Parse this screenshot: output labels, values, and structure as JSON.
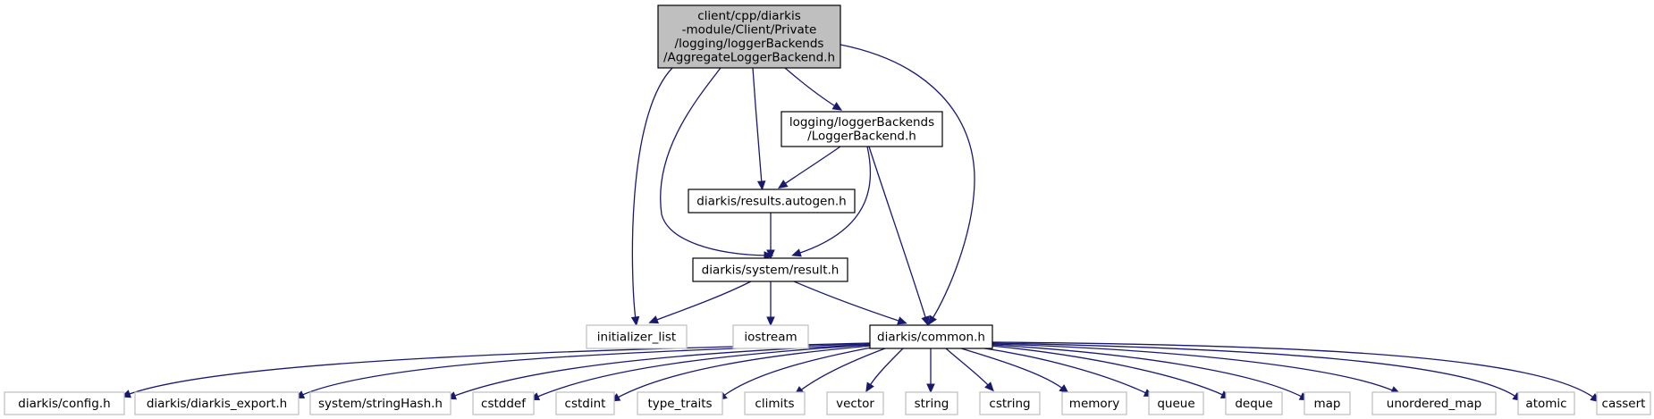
{
  "graph": {
    "nodes": [
      {
        "id": "root",
        "lines": [
          "client/cpp/diarkis",
          "-module/Client/Private",
          "/logging/loggerBackends",
          "/AggregateLoggerBackend.h"
        ],
        "style": "root"
      },
      {
        "id": "loggerbackend",
        "lines": [
          "logging/loggerBackends",
          "/LoggerBackend.h"
        ],
        "style": "doc"
      },
      {
        "id": "results",
        "lines": [
          "diarkis/results.autogen.h"
        ],
        "style": "doc"
      },
      {
        "id": "result",
        "lines": [
          "diarkis/system/result.h"
        ],
        "style": "doc"
      },
      {
        "id": "common",
        "lines": [
          "diarkis/common.h"
        ],
        "style": "doc"
      },
      {
        "id": "initializer_list",
        "lines": [
          "initializer_list"
        ],
        "style": "ext"
      },
      {
        "id": "iostream",
        "lines": [
          "iostream"
        ],
        "style": "ext"
      },
      {
        "id": "config",
        "lines": [
          "diarkis/config.h"
        ],
        "style": "ext"
      },
      {
        "id": "export",
        "lines": [
          "diarkis/diarkis_export.h"
        ],
        "style": "ext"
      },
      {
        "id": "stringhash",
        "lines": [
          "system/stringHash.h"
        ],
        "style": "ext"
      },
      {
        "id": "cstddef",
        "lines": [
          "cstddef"
        ],
        "style": "ext"
      },
      {
        "id": "cstdint",
        "lines": [
          "cstdint"
        ],
        "style": "ext"
      },
      {
        "id": "type_traits",
        "lines": [
          "type_traits"
        ],
        "style": "ext"
      },
      {
        "id": "climits",
        "lines": [
          "climits"
        ],
        "style": "ext"
      },
      {
        "id": "vector",
        "lines": [
          "vector"
        ],
        "style": "ext"
      },
      {
        "id": "string",
        "lines": [
          "string"
        ],
        "style": "ext"
      },
      {
        "id": "cstring",
        "lines": [
          "cstring"
        ],
        "style": "ext"
      },
      {
        "id": "memory",
        "lines": [
          "memory"
        ],
        "style": "ext"
      },
      {
        "id": "queue",
        "lines": [
          "queue"
        ],
        "style": "ext"
      },
      {
        "id": "deque",
        "lines": [
          "deque"
        ],
        "style": "ext"
      },
      {
        "id": "map",
        "lines": [
          "map"
        ],
        "style": "ext"
      },
      {
        "id": "unordered_map",
        "lines": [
          "unordered_map"
        ],
        "style": "ext"
      },
      {
        "id": "atomic",
        "lines": [
          "atomic"
        ],
        "style": "ext"
      },
      {
        "id": "cassert",
        "lines": [
          "cassert"
        ],
        "style": "ext"
      }
    ],
    "edges": [
      [
        "root",
        "initializer_list"
      ],
      [
        "root",
        "result"
      ],
      [
        "root",
        "results"
      ],
      [
        "root",
        "loggerbackend"
      ],
      [
        "root",
        "common"
      ],
      [
        "loggerbackend",
        "results"
      ],
      [
        "loggerbackend",
        "result"
      ],
      [
        "loggerbackend",
        "common"
      ],
      [
        "results",
        "result"
      ],
      [
        "result",
        "initializer_list"
      ],
      [
        "result",
        "iostream"
      ],
      [
        "result",
        "common"
      ],
      [
        "common",
        "config"
      ],
      [
        "common",
        "export"
      ],
      [
        "common",
        "stringhash"
      ],
      [
        "common",
        "cstddef"
      ],
      [
        "common",
        "cstdint"
      ],
      [
        "common",
        "type_traits"
      ],
      [
        "common",
        "climits"
      ],
      [
        "common",
        "vector"
      ],
      [
        "common",
        "string"
      ],
      [
        "common",
        "cstring"
      ],
      [
        "common",
        "memory"
      ],
      [
        "common",
        "queue"
      ],
      [
        "common",
        "deque"
      ],
      [
        "common",
        "map"
      ],
      [
        "common",
        "unordered_map"
      ],
      [
        "common",
        "atomic"
      ],
      [
        "common",
        "cassert"
      ]
    ],
    "colors": {
      "edge": "#191970",
      "root_fill": "#bfbfbf",
      "root_border": "#000000",
      "doc_fill": "#ffffff",
      "doc_border": "#000000",
      "ext_fill": "#ffffff",
      "ext_border": "#bfbfbf"
    }
  }
}
